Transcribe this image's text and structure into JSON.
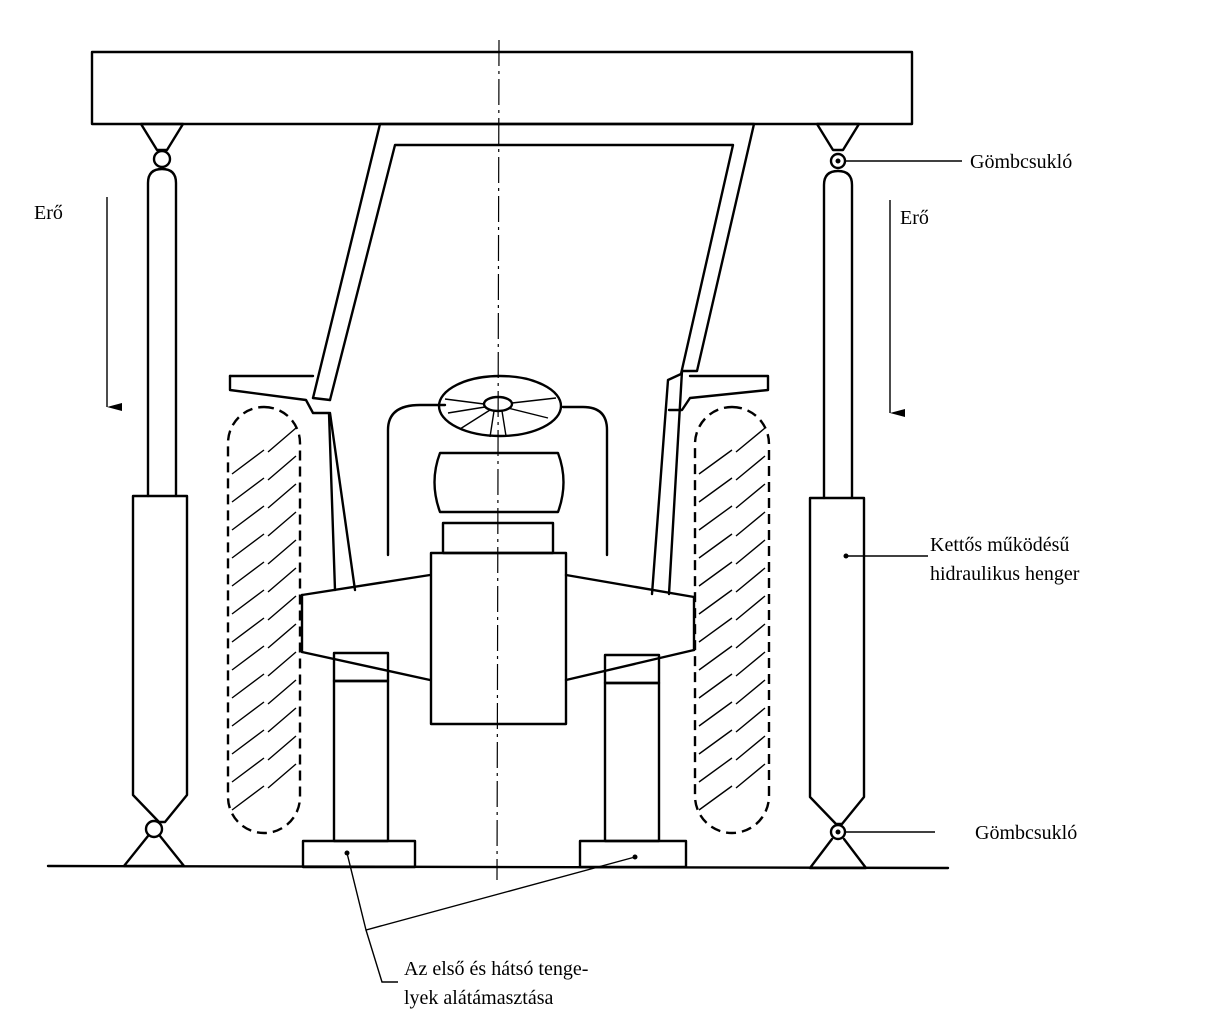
{
  "labels": {
    "force_left": "Erő",
    "force_right": "Erő",
    "ball_joint_top": "Gömbcsukló",
    "ball_joint_bottom": "Gömbcsukló",
    "cylinder_line1": "Kettős működésű",
    "cylinder_line2": "hidraulikus henger",
    "support_line1": "Az első és hátsó tenge-",
    "support_line2": "lyek alátámasztása"
  }
}
